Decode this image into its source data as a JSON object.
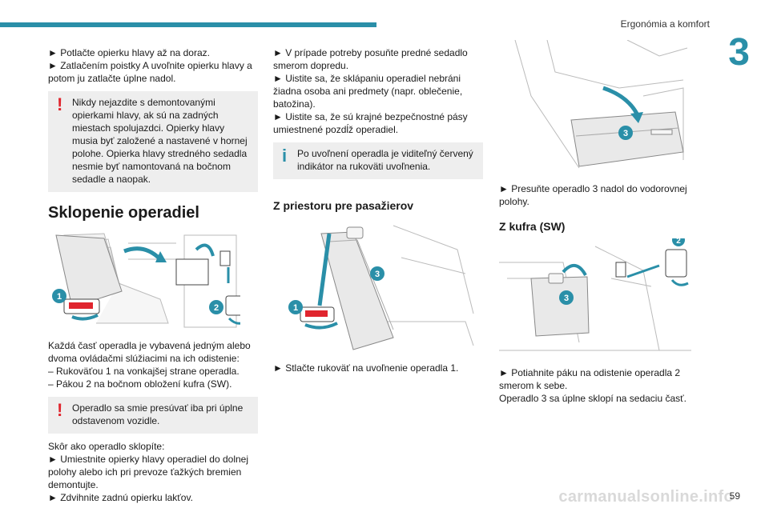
{
  "header": {
    "title": "Ergonómia a komfort",
    "chapter": "3",
    "page": "59",
    "watermark": "carmanualsonline.info"
  },
  "col1": {
    "p1": "► Potlačte opierku hlavy až na doraz.",
    "p2": "► Zatlačením poistky A uvoľnite opierku hlavy a potom ju zatlačte úplne nadol.",
    "warn1": "Nikdy nejazdite s demontovanými opierkami hlavy, ak sú na zadných miestach spolujazdci. Opierky hlavy musia byť založené a nastavené v hornej polohe. Opierka hlavy stredného sedadla nesmie byť namontovaná na bočnom sedadle a naopak.",
    "heading": "Sklopenie operadiel",
    "badge1": "1",
    "badge2": "2",
    "p3": "Každá časť operadla je vybavená jedným alebo dvoma ovládačmi slúžiacimi na ich odistenie:",
    "p4": "– Rukoväťou 1 na vonkajšej strane operadla.",
    "p5": "– Pákou 2 na bočnom obložení kufra (SW).",
    "warn2": "Operadlo sa smie presúvať iba pri úplne odstavenom vozidle.",
    "p6": "Skôr ako operadlo sklopíte:",
    "p7": "► Umiestnite opierky hlavy operadiel do dolnej polohy alebo ich pri prevoze ťažkých bremien demontujte.",
    "p8": "► Zdvihnite zadnú opierku lakťov."
  },
  "col2": {
    "p1": "► V prípade potreby posuňte predné sedadlo smerom dopredu.",
    "p2": "► Uistite sa, že sklápaniu operadiel nebráni žiadna osoba ani predmety (napr. oblečenie, batožina).",
    "p3": "► Uistite sa, že sú krajné bezpečnostné pásy umiestnené pozdĺž operadiel.",
    "info1": "Po uvoľnení operadla je viditeľný červený indikátor na rukoväti uvoľnenia.",
    "heading": "Z priestoru pre pasažierov",
    "badge1": "1",
    "badge3": "3",
    "p4": "► Stlačte rukoväť na uvoľnenie operadla 1."
  },
  "col3": {
    "badge3": "3",
    "p1": "► Presuňte operadlo 3 nadol do vodorovnej polohy.",
    "heading": "Z kufra (SW)",
    "badge2": "2",
    "badge3b": "3",
    "p2": "► Potiahnite páku na odistenie operadla 2 smerom k sebe.",
    "p3": "Operadlo 3 sa úplne sklopí na sedaciu časť."
  },
  "colors": {
    "accent": "#2a8fa8",
    "warning": "#e0252e",
    "note_bg": "#eeeeee"
  }
}
